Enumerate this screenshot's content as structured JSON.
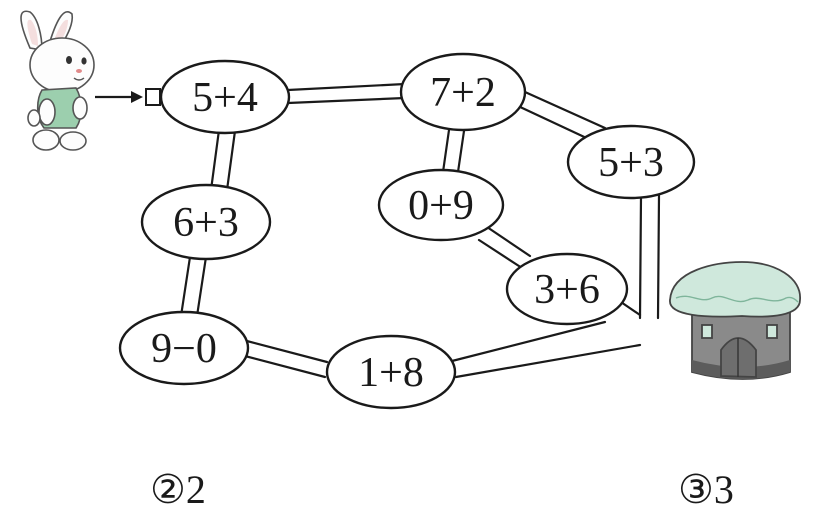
{
  "maze": {
    "nodes": [
      {
        "id": "n54",
        "label": "5+4"
      },
      {
        "id": "n72",
        "label": "7+2"
      },
      {
        "id": "n53",
        "label": "5+3"
      },
      {
        "id": "n63",
        "label": "6+3"
      },
      {
        "id": "n09",
        "label": "0+9"
      },
      {
        "id": "n36",
        "label": "3+6"
      },
      {
        "id": "n90",
        "label": "9−0"
      },
      {
        "id": "n18",
        "label": "1+8"
      }
    ]
  },
  "answers": [
    {
      "id": "a2",
      "label": "②2"
    },
    {
      "id": "a3",
      "label": "③3"
    }
  ],
  "colors": {
    "ink": "#1a1a1a",
    "house_roof": "#cfe8dc",
    "house_wall": "#8a8a8a",
    "rabbit_shirt": "#9ccfae"
  },
  "icons": {
    "rabbit": "rabbit-icon",
    "house": "mushroom-house-icon",
    "arrow": "arrow-right-icon"
  }
}
